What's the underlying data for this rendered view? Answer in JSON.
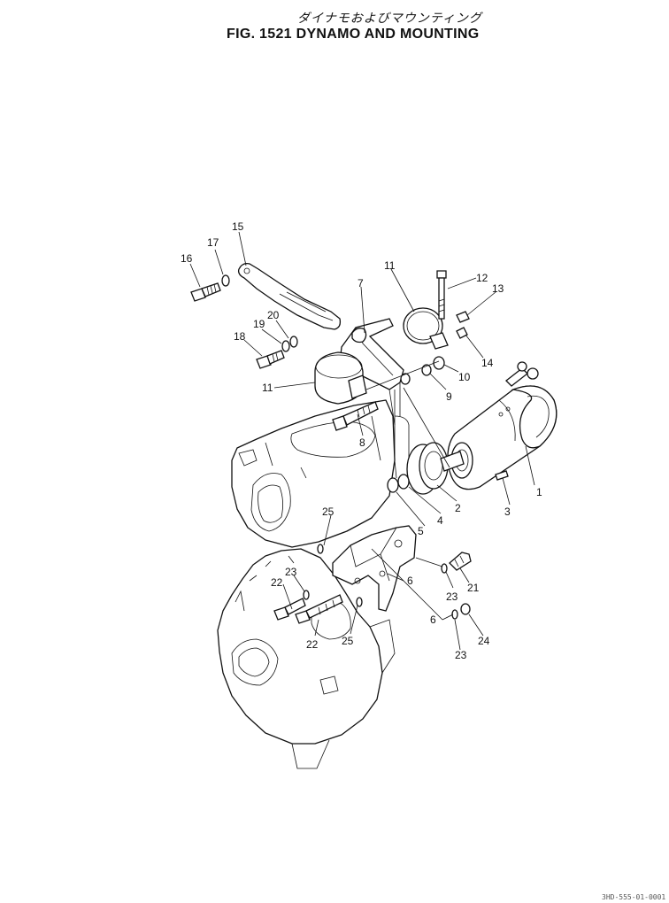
{
  "title_jp": "ダイナモおよびマウンティング",
  "title_en": "FIG. 1521  DYNAMO AND MOUNTING",
  "callouts": [
    {
      "id": "c1",
      "label": "1"
    },
    {
      "id": "c2",
      "label": "2"
    },
    {
      "id": "c3",
      "label": "3"
    },
    {
      "id": "c4",
      "label": "4"
    },
    {
      "id": "c5",
      "label": "5"
    },
    {
      "id": "c6",
      "label": "6"
    },
    {
      "id": "c6b",
      "label": "6"
    },
    {
      "id": "c7",
      "label": "7"
    },
    {
      "id": "c8",
      "label": "8"
    },
    {
      "id": "c9",
      "label": "9"
    },
    {
      "id": "c10",
      "label": "10"
    },
    {
      "id": "c11a",
      "label": "11"
    },
    {
      "id": "c11b",
      "label": "11"
    },
    {
      "id": "c12",
      "label": "12"
    },
    {
      "id": "c13",
      "label": "13"
    },
    {
      "id": "c14",
      "label": "14"
    },
    {
      "id": "c15",
      "label": "15"
    },
    {
      "id": "c16",
      "label": "16"
    },
    {
      "id": "c17",
      "label": "17"
    },
    {
      "id": "c18",
      "label": "18"
    },
    {
      "id": "c19",
      "label": "19"
    },
    {
      "id": "c20",
      "label": "20"
    },
    {
      "id": "c21",
      "label": "21"
    },
    {
      "id": "c22a",
      "label": "22"
    },
    {
      "id": "c22b",
      "label": "22"
    },
    {
      "id": "c23a",
      "label": "23"
    },
    {
      "id": "c23b",
      "label": "23"
    },
    {
      "id": "c23c",
      "label": "23"
    },
    {
      "id": "c24",
      "label": "24"
    },
    {
      "id": "c25a",
      "label": "25"
    },
    {
      "id": "c25b",
      "label": "25"
    }
  ],
  "corner_code": "3HD-555-01-0001"
}
